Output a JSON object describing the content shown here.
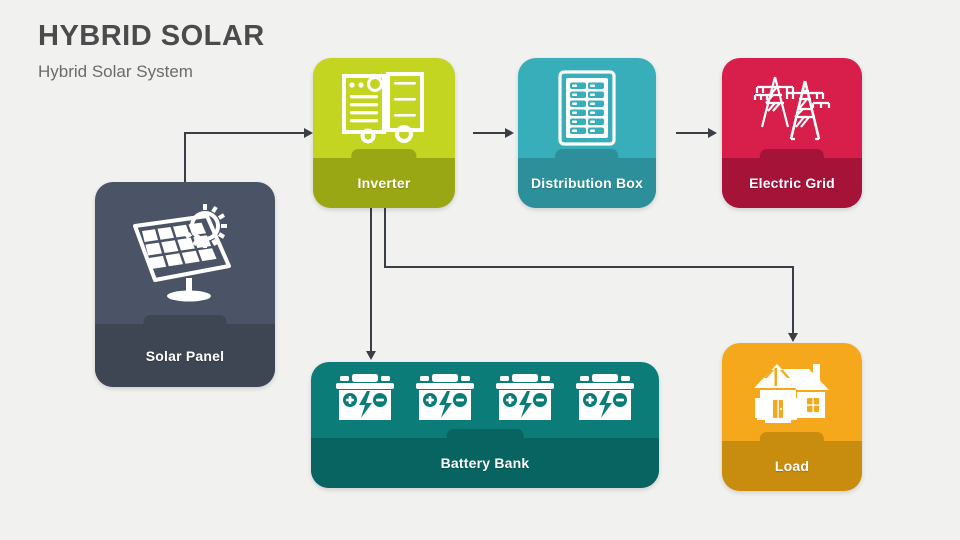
{
  "header": {
    "title": "HYBRID SOLAR",
    "subtitle": "Hybrid Solar System"
  },
  "colors": {
    "background": "#f1f1f0",
    "title_text": "#4b4b4b",
    "subtitle_text": "#6b6b6b",
    "connector": "#3a3f45",
    "solar_panel_top": "#4b5366",
    "solar_panel_band": "#3e4553",
    "inverter_top": "#c3d421",
    "inverter_band": "#99a714",
    "distribution_top": "#37aeb9",
    "distribution_band": "#2d8f99",
    "grid_top": "#d81e4a",
    "grid_band": "#a51339",
    "battery_top": "#0b7c78",
    "battery_band": "#086460",
    "load_top": "#f5a81c",
    "load_band": "#c88c0e"
  },
  "nodes": [
    {
      "id": "solar-panel",
      "label": "Solar Panel",
      "icon": "solar-panel-icon"
    },
    {
      "id": "inverter",
      "label": "Inverter",
      "icon": "inverter-icon"
    },
    {
      "id": "distribution",
      "label": "Distribution Box",
      "icon": "distribution-box-icon"
    },
    {
      "id": "grid",
      "label": "Electric Grid",
      "icon": "electric-grid-icon"
    },
    {
      "id": "battery",
      "label": "Battery Bank",
      "icon": "battery-icon"
    },
    {
      "id": "load",
      "label": "Load",
      "icon": "house-icon"
    }
  ],
  "battery_count": 4,
  "connections": [
    {
      "from": "solar-panel",
      "to": "inverter",
      "style": "elbow-up-right"
    },
    {
      "from": "inverter",
      "to": "distribution",
      "style": "straight-right"
    },
    {
      "from": "distribution",
      "to": "grid",
      "style": "straight-right"
    },
    {
      "from": "inverter",
      "to": "battery",
      "style": "straight-down"
    },
    {
      "from": "inverter",
      "to": "load",
      "style": "elbow-down-right"
    }
  ]
}
